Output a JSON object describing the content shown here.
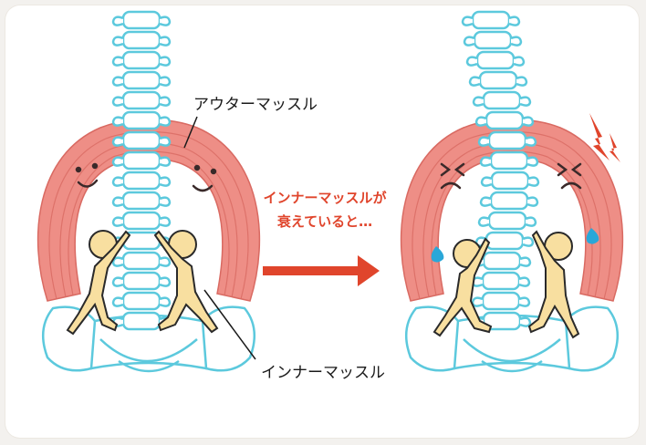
{
  "labels": {
    "outer_muscle": "アウターマッスル",
    "inner_muscle": "インナーマッスル"
  },
  "caption": {
    "line1": "インナーマッスルが",
    "line2": "衰えていると…"
  },
  "colors": {
    "muscle": "#ee8e86",
    "muscle_line": "#d96a62",
    "spine": "#5cc9dd",
    "figure": "#f8dfa0",
    "figure_outline": "#2a2a2a",
    "arrow": "#e0452c",
    "sweat": "#2aa7d8",
    "background": "#f3f1ee"
  }
}
